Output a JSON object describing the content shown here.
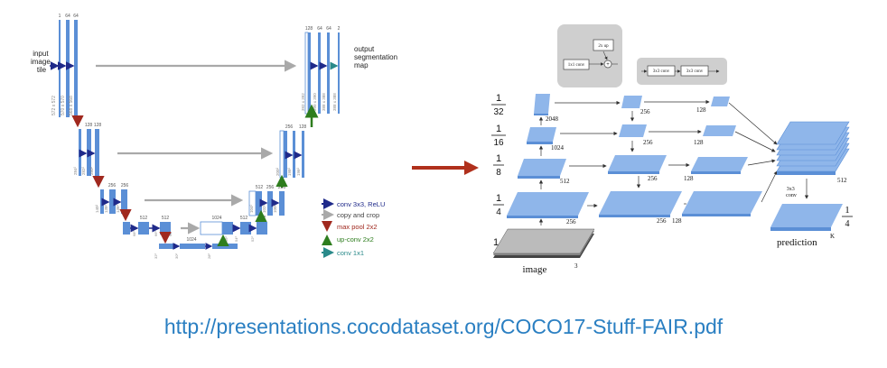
{
  "unet": {
    "input_label": [
      "input",
      "image",
      "tile"
    ],
    "output_label": [
      "output",
      "segmentation",
      "map"
    ],
    "ch": {
      "l1": [
        "1",
        "64",
        "64"
      ],
      "l2": [
        "128",
        "128"
      ],
      "l3": [
        "256",
        "256"
      ],
      "l4": [
        "512",
        "512"
      ],
      "bottom": [
        "1024"
      ],
      "u4": [
        "1024",
        "512",
        "512"
      ],
      "u3": [
        "512",
        "256",
        "256"
      ],
      "u2": [
        "256",
        "128"
      ],
      "u1": [
        "128",
        "64",
        "64",
        "2"
      ]
    },
    "dims": {
      "l1": [
        "572 x 572",
        "570 x 570",
        "568 x 568"
      ],
      "l2": [
        "284²",
        "282²",
        "280²"
      ],
      "l3": [
        "140²",
        "138²",
        "136²"
      ],
      "l4": [
        "68²",
        "66²",
        "64²"
      ],
      "bottom": [
        "32²",
        "30²",
        "28²"
      ],
      "u4": [
        "56²",
        "54²",
        "52²"
      ],
      "u3": [
        "104²",
        "102²",
        "100²"
      ],
      "u2": [
        "200²",
        "198²",
        "196²"
      ],
      "u1": [
        "392 x 392",
        "390 x 390",
        "388 x 388",
        "388 x 388"
      ]
    },
    "legend": [
      {
        "label": "conv 3x3, ReLU",
        "color": "#1f2a8a",
        "icon": "arrow-right-icon"
      },
      {
        "label": "copy and crop",
        "color": "#a9a9a9",
        "icon": "arrow-right-icon"
      },
      {
        "label": "max pool 2x2",
        "color": "#a0281e",
        "icon": "arrow-down-icon"
      },
      {
        "label": "up-conv 2x2",
        "color": "#2e7d1e",
        "icon": "arrow-up-icon"
      },
      {
        "label": "conv 1x1",
        "color": "#2a8a8a",
        "icon": "arrow-right-icon"
      }
    ]
  },
  "fpn": {
    "inset1": {
      "upsample": "2x up",
      "conv": "1x1 conv",
      "plus": "+"
    },
    "inset2": {
      "conv_a": "3x3 conv",
      "conv_b": "3x3 conv"
    },
    "scales": [
      {
        "num": "1",
        "den": "32"
      },
      {
        "num": "1",
        "den": "16"
      },
      {
        "num": "1",
        "den": "8"
      },
      {
        "num": "1",
        "den": "4"
      }
    ],
    "bottom_scale": "1",
    "channels": {
      "c2048": "2048",
      "c1024": "1024",
      "c512": "512",
      "c256a": "256",
      "p256_32": "256",
      "p256_16": "256",
      "p256_8": "256",
      "p256_4": "256",
      "p128_32": "128",
      "p128_16": "128",
      "p128_8": "128",
      "p128_4": "128",
      "merge512": "512",
      "image3": "3",
      "predK": "K"
    },
    "image_label": "image",
    "merge_conv": [
      "3x3",
      "conv"
    ],
    "prediction_label": "prediction",
    "pred_scale": {
      "num": "1",
      "den": "4"
    }
  },
  "transition_arrow_color": "#b0301c",
  "footer_url": "http://presentations.cocodataset.org/COCO17-Stuff-FAIR.pdf"
}
